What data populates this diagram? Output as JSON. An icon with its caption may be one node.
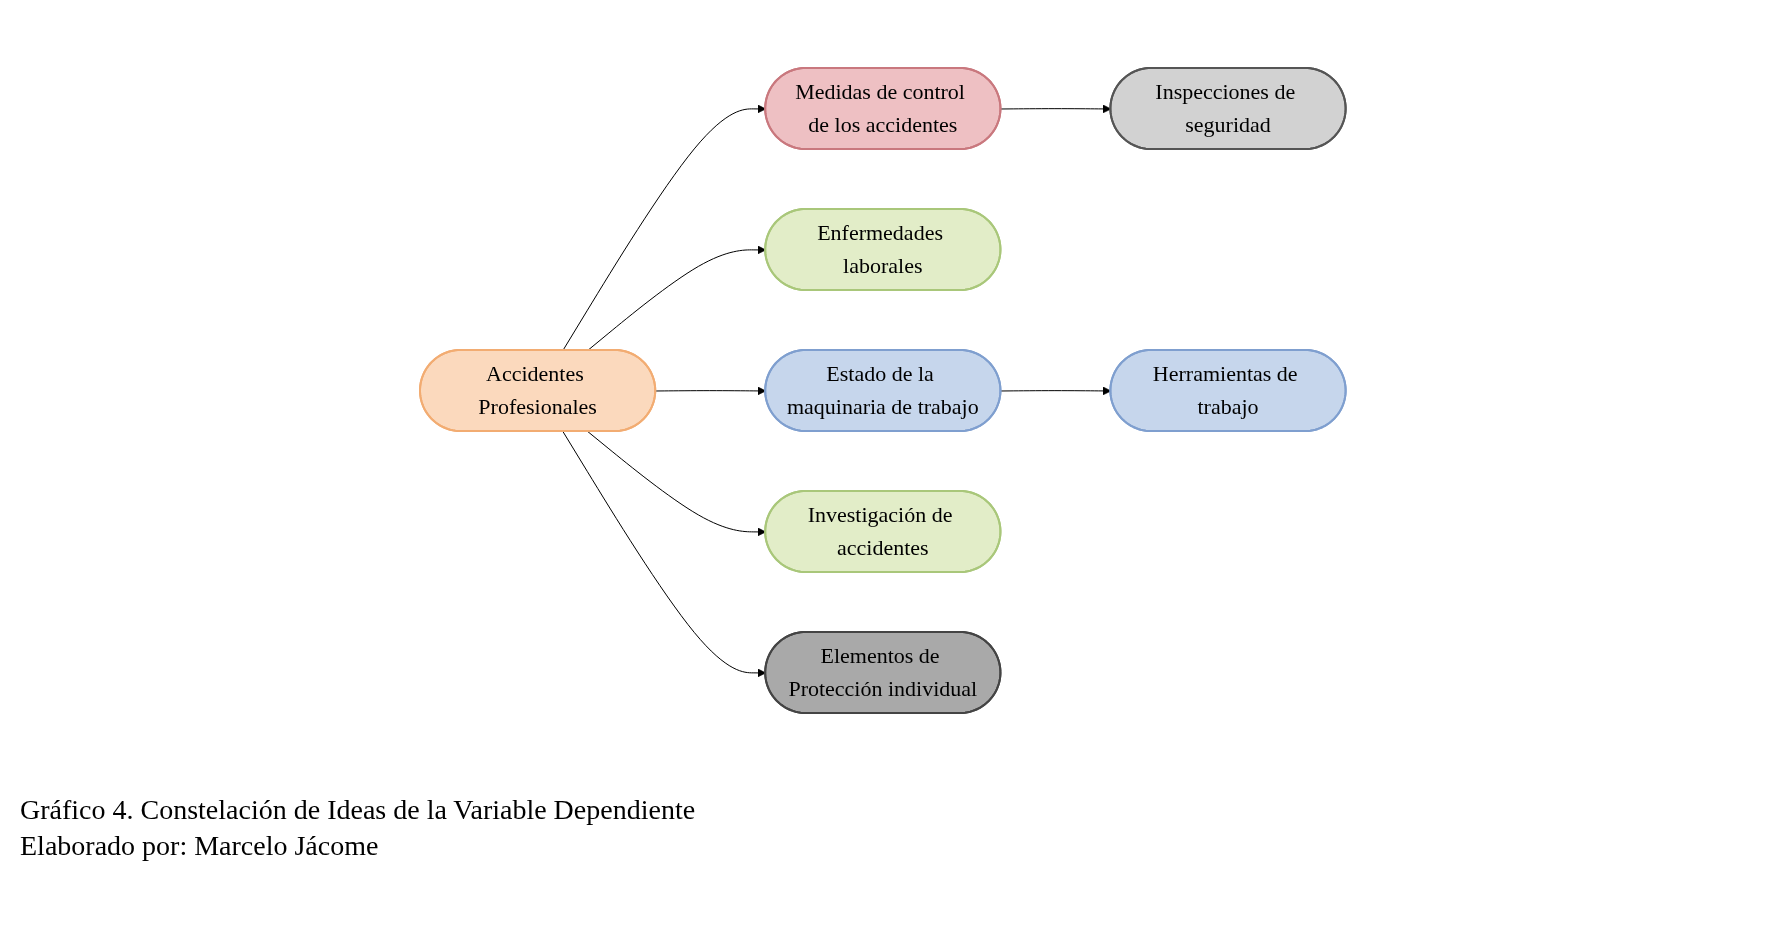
{
  "diagram": {
    "caption": "Gráfico 4. Constelación de Ideas de la Variable Dependiente",
    "nodes": [
      {
        "text": [
          "Medidas de control de los accidentes"
        ]
      },
      {
        "text": [
          "Enfermedades laborales"
        ]
      },
      {
        "text": [
          "Herramientas de trabajo"
        ]
      },
      {
        "text": [
          "Inspecciones de seguridad"
        ]
      },
      {
        "text": [
          "Accidentes Profesionales"
        ]
      },
      {
        "text": [
          "Estado de la maquinaria de trabajo"
        ]
      },
      {
        "text": [
          "Investigación de accidentes"
        ]
      },
      {
        "text": [
          "Elementos de Protección individual"
        ]
      }
    ],
    "edges": [
      {
        "from": 4,
        "to": 0,
        "arrow": "to"
      },
      {
        "from": 4,
        "to": 1,
        "arrow": "to"
      },
      {
        "from": 0,
        "to": 3,
        "arrow": "to"
      },
      {
        "from": 5,
        "to": 2,
        "arrow": "to"
      },
      {
        "from": 4,
        "to": 5,
        "arrow": "to"
      },
      {
        "from": 4,
        "to": 6,
        "arrow": "to"
      },
      {
        "from": 4,
        "to": 7,
        "arrow": "to"
      }
    ],
    "labels": [
      "Elaborado por: Marcelo Jácome"
    ]
  }
}
